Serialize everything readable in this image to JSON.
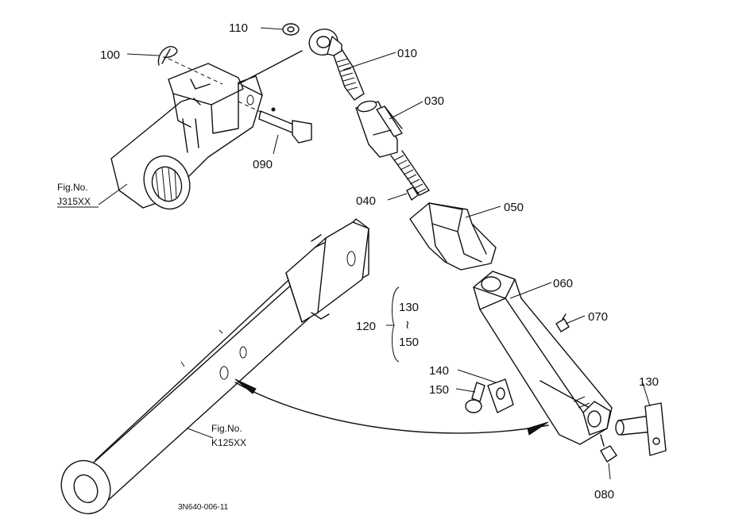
{
  "parts": {
    "p010": "010",
    "p030": "030",
    "p040": "040",
    "p050": "050",
    "p060": "060",
    "p070": "070",
    "p080": "080",
    "p090": "090",
    "p100": "100",
    "p110": "110",
    "p120": "120",
    "p130_group": "130",
    "p150_group": "150",
    "p130": "130",
    "p140": "140",
    "p150": "150"
  },
  "range_symbol": "≀",
  "refs": {
    "fig_label_1": "Fig.No.",
    "fig_code_1": "J315XX",
    "fig_label_2": "Fig.No.",
    "fig_code_2": "K125XX"
  },
  "drawing_code": "3N640-006-11"
}
